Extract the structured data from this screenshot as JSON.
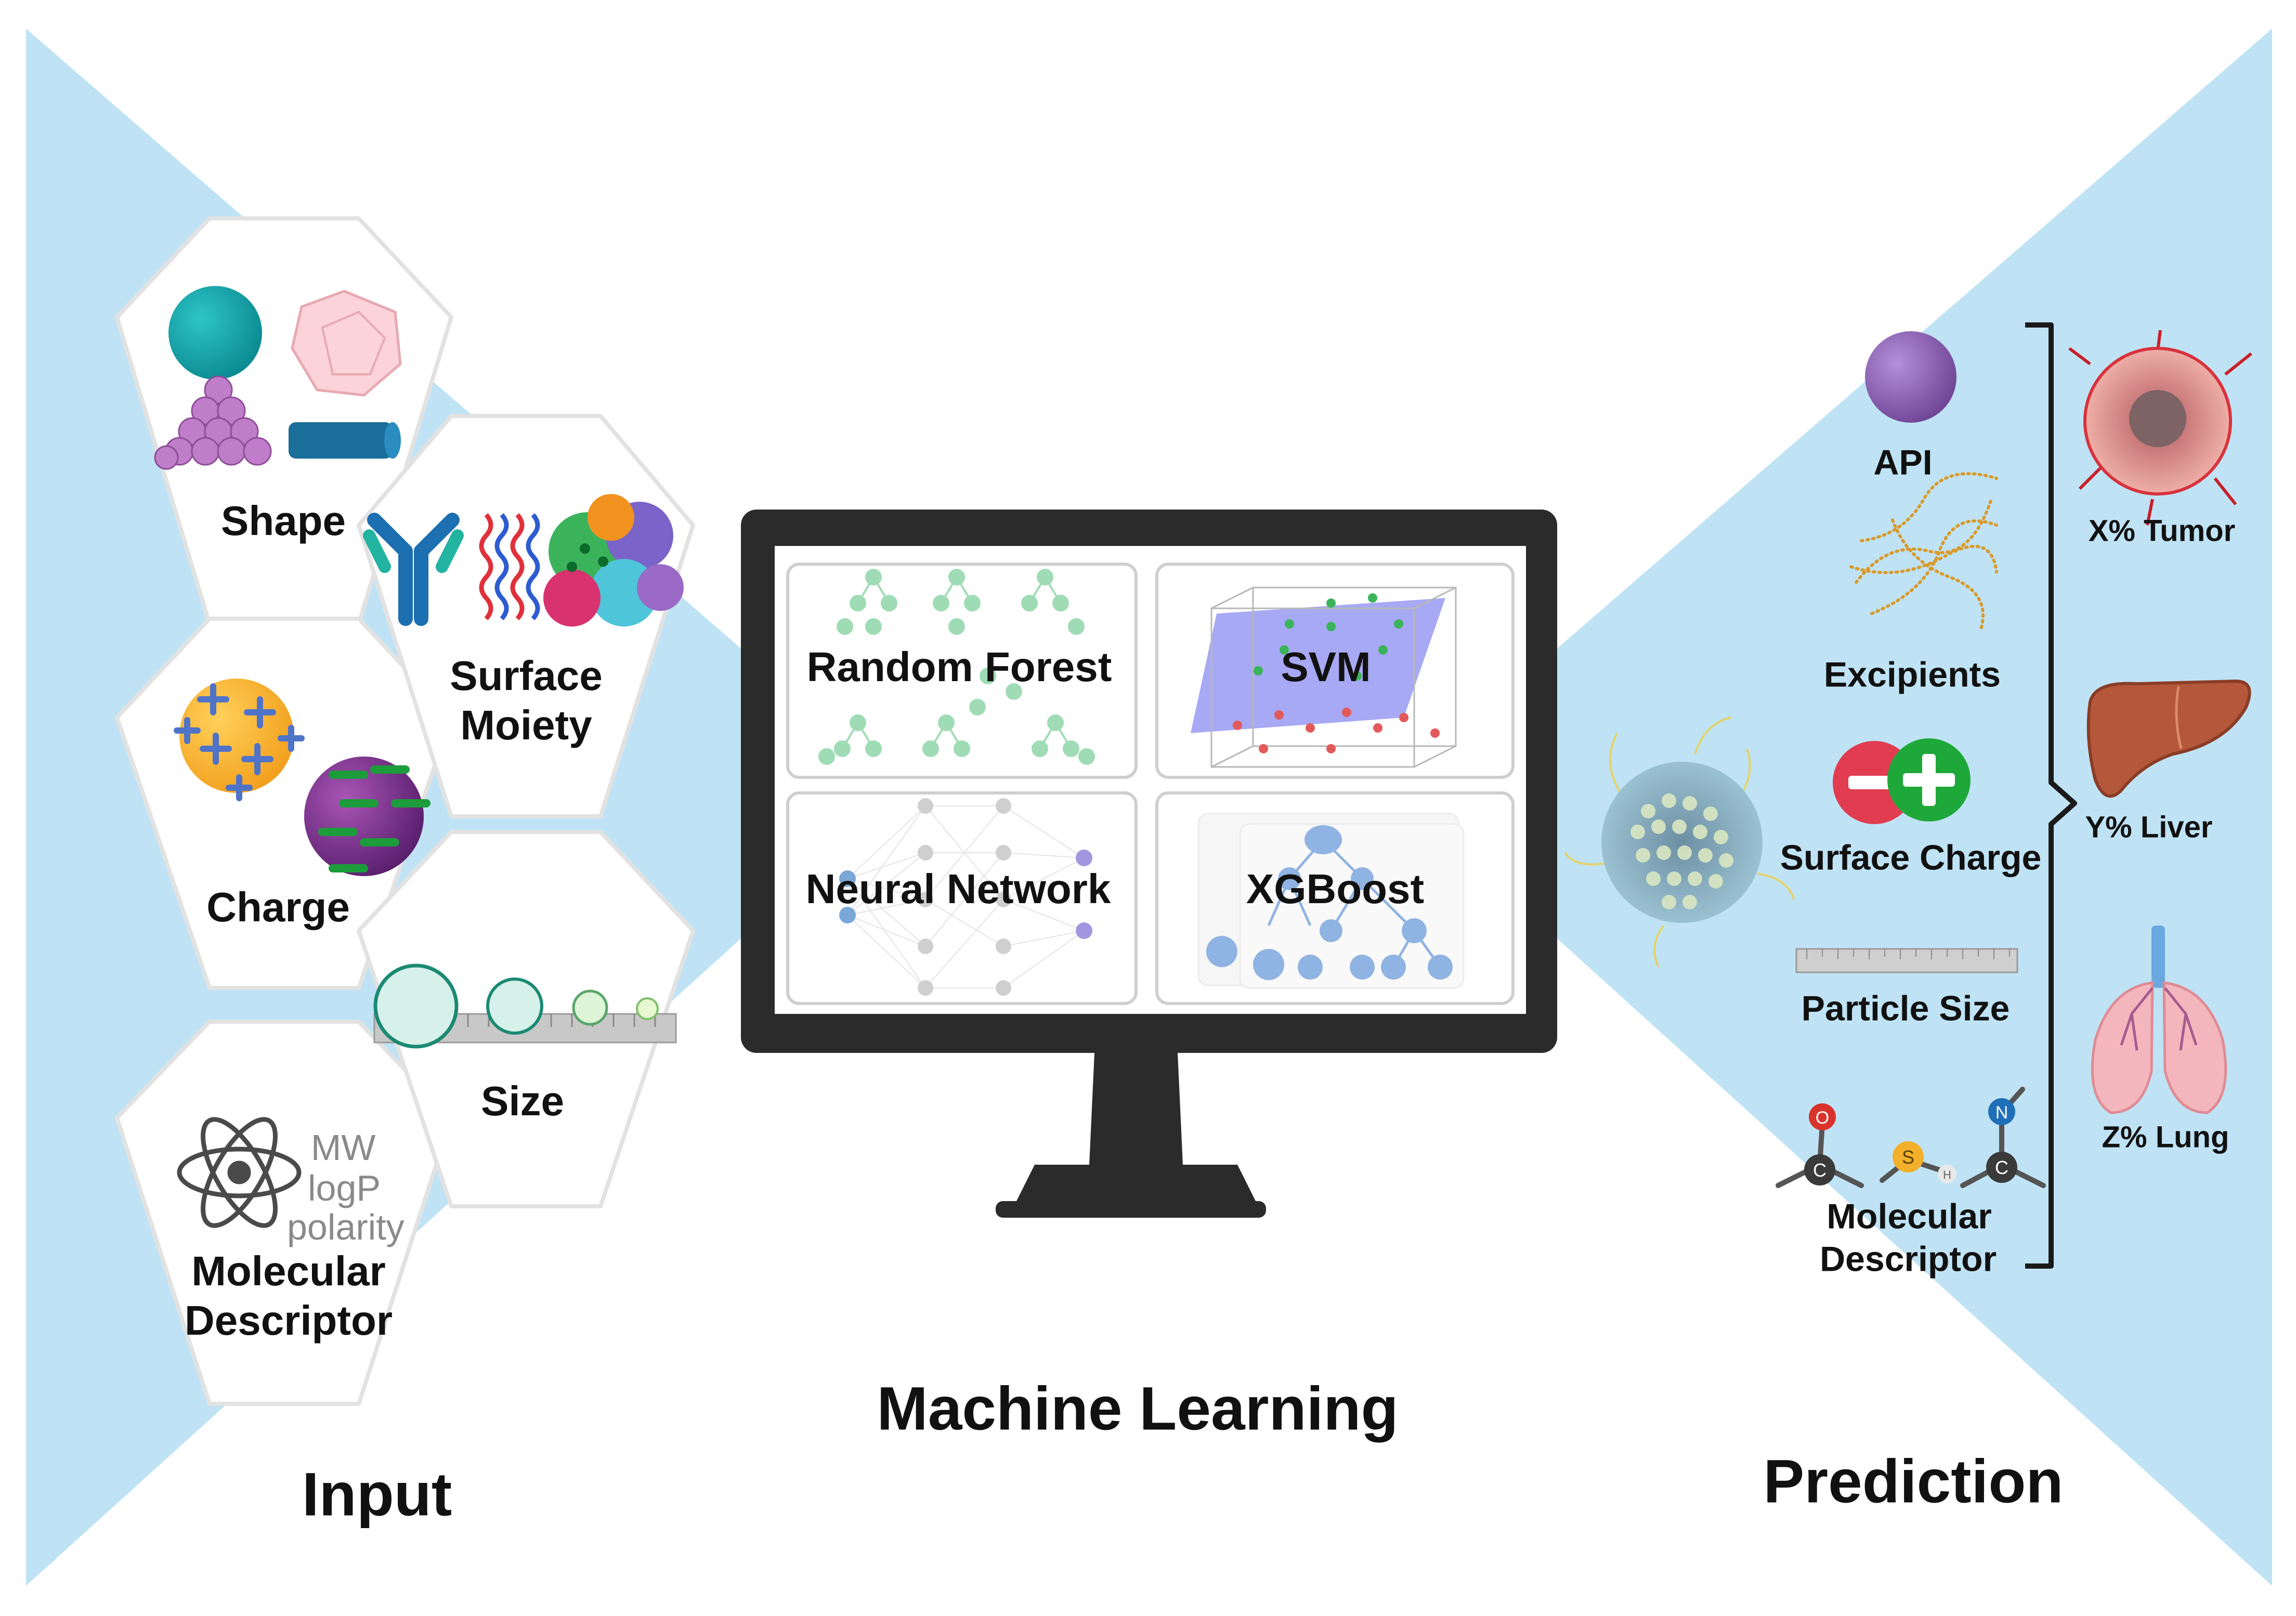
{
  "sections": {
    "input": "Input",
    "machine_learning": "Machine Learning",
    "prediction": "Prediction"
  },
  "inputs": {
    "shape": "Shape",
    "surface_moiety": [
      "Surface",
      "Moiety"
    ],
    "charge": "Charge",
    "size": "Size",
    "molecular_descriptor": [
      "Molecular",
      "Descriptor"
    ],
    "descriptor_terms": [
      "MW",
      "logP",
      "polarity"
    ]
  },
  "models": [
    "Random Forest",
    "SVM",
    "Neural Network",
    "XGBoost"
  ],
  "prediction_features": {
    "api": "API",
    "excipients": "Excipients",
    "surface_charge": "Surface Charge",
    "particle_size": "Particle Size",
    "molecular_descriptor": [
      "Molecular",
      "Descriptor"
    ],
    "atoms": [
      "O",
      "C",
      "S",
      "H",
      "N",
      "C"
    ]
  },
  "organs": {
    "tumor": "X% Tumor",
    "liver": "Y% Liver",
    "lung": "Z% Lung"
  },
  "colors": {
    "background_wedges": "#bfe3f5",
    "hexagon_fill": "#ffffff",
    "hexagon_border": "#e2e2e2",
    "monitor_frame": "#2b2b2b",
    "screen_panel_border": "#cfcfcf",
    "random_forest_nodes": "#9fdcb5",
    "svm_plane": "#8a8cf0",
    "neural_nodes": "#cfcfcf",
    "xgboost_nodes": "#8fb3e2",
    "api_purple": "#8a62b0",
    "charge_red": "#e23c50",
    "charge_green": "#1fa83a"
  },
  "icons": [
    "sphere-icon",
    "dodecahedron-icon",
    "cluster-icon",
    "rod-icon",
    "antibody-icon",
    "polymer-chain-icon",
    "protein-icon",
    "positive-particle-icon",
    "negative-particle-icon",
    "circles-on-ruler-icon",
    "atom-icon",
    "api-sphere-icon",
    "excipient-fibers-icon",
    "charge-plus-minus-icon",
    "ruler-icon",
    "molecule-icon",
    "nanoparticle-icon",
    "tumor-icon",
    "liver-icon",
    "lung-icon",
    "bracket-icon"
  ]
}
